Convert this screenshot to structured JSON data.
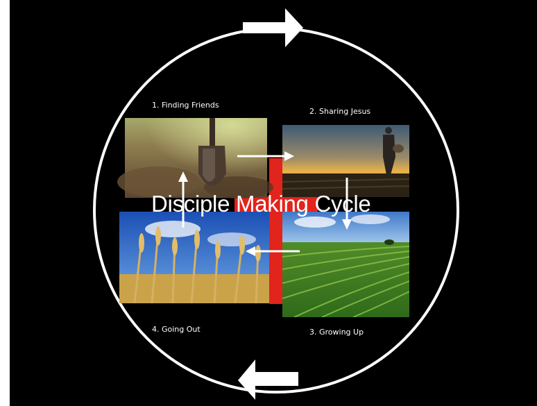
{
  "slide": {
    "title": "Disciple Making Cycle",
    "steps": [
      {
        "label": "1. Finding Friends"
      },
      {
        "label": "2. Sharing Jesus"
      },
      {
        "label": "3. Growing Up"
      },
      {
        "label": "4. Going Out"
      }
    ]
  },
  "colors": {
    "background": "#000000",
    "ring": "#ffffff",
    "bar": "#e1241c"
  }
}
